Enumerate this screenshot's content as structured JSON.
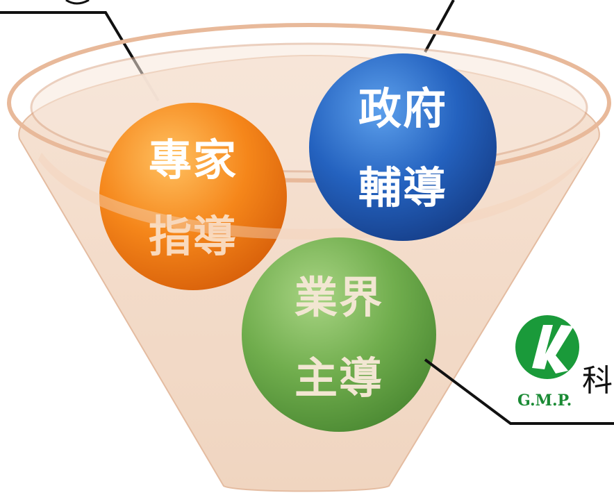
{
  "bubbles": {
    "expert": {
      "line1": "專家",
      "line2": "指導",
      "color": "#f07c10"
    },
    "government": {
      "line1": "政府",
      "line2": "輔導",
      "color": "#1f5fb8"
    },
    "industry": {
      "line1": "業界",
      "line2": "主導",
      "color": "#6aa84f"
    }
  },
  "logo": {
    "caption": "G.M.P.",
    "partial_text": "科",
    "color": "#1a9a3a"
  },
  "colors": {
    "funnel_fill": "#f3d9c4",
    "funnel_rim": "#e7b89a",
    "connector": "#111111"
  }
}
